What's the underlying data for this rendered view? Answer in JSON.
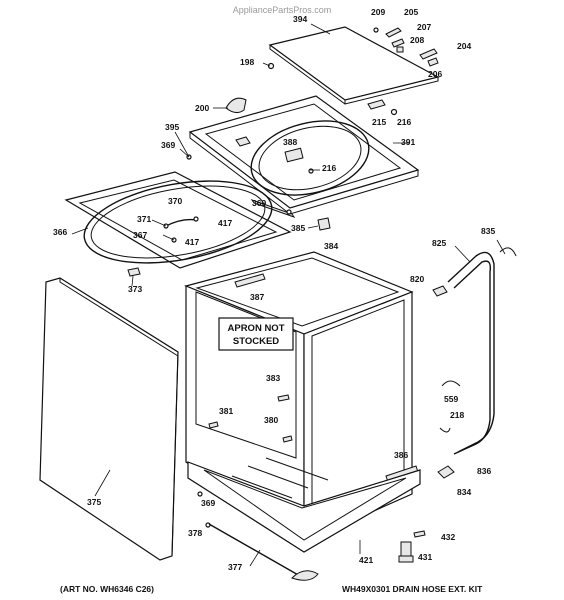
{
  "watermark": "AppliancePartsPros.com",
  "apron_note": {
    "line1": "APRON NOT",
    "line2": "STOCKED"
  },
  "art_number": "(ART NO. WH6346 C26)",
  "kit_caption": "WH49X0301 DRAIN HOSE EXT. KIT",
  "callouts": [
    {
      "id": "394",
      "label": "394"
    },
    {
      "id": "209",
      "label": "209"
    },
    {
      "id": "205",
      "label": "205"
    },
    {
      "id": "207",
      "label": "207"
    },
    {
      "id": "208",
      "label": "208"
    },
    {
      "id": "204",
      "label": "204"
    },
    {
      "id": "206",
      "label": "206"
    },
    {
      "id": "198",
      "label": "198"
    },
    {
      "id": "200",
      "label": "200"
    },
    {
      "id": "215",
      "label": "215"
    },
    {
      "id": "216a",
      "label": "216"
    },
    {
      "id": "395",
      "label": "395"
    },
    {
      "id": "369a",
      "label": "369"
    },
    {
      "id": "388",
      "label": "388"
    },
    {
      "id": "391",
      "label": "391"
    },
    {
      "id": "216b",
      "label": "216"
    },
    {
      "id": "370",
      "label": "370"
    },
    {
      "id": "371",
      "label": "371"
    },
    {
      "id": "417a",
      "label": "417"
    },
    {
      "id": "367",
      "label": "367"
    },
    {
      "id": "417b",
      "label": "417"
    },
    {
      "id": "366",
      "label": "366"
    },
    {
      "id": "369b",
      "label": "369"
    },
    {
      "id": "385",
      "label": "385"
    },
    {
      "id": "384",
      "label": "384"
    },
    {
      "id": "825",
      "label": "825"
    },
    {
      "id": "835",
      "label": "835"
    },
    {
      "id": "373",
      "label": "373"
    },
    {
      "id": "387",
      "label": "387"
    },
    {
      "id": "820",
      "label": "820"
    },
    {
      "id": "383",
      "label": "383"
    },
    {
      "id": "559",
      "label": "559"
    },
    {
      "id": "381",
      "label": "381"
    },
    {
      "id": "380",
      "label": "380"
    },
    {
      "id": "218",
      "label": "218"
    },
    {
      "id": "386",
      "label": "386"
    },
    {
      "id": "836",
      "label": "836"
    },
    {
      "id": "834",
      "label": "834"
    },
    {
      "id": "375",
      "label": "375"
    },
    {
      "id": "369c",
      "label": "369"
    },
    {
      "id": "378",
      "label": "378"
    },
    {
      "id": "432",
      "label": "432"
    },
    {
      "id": "377",
      "label": "377"
    },
    {
      "id": "421",
      "label": "421"
    },
    {
      "id": "431",
      "label": "431"
    }
  ]
}
